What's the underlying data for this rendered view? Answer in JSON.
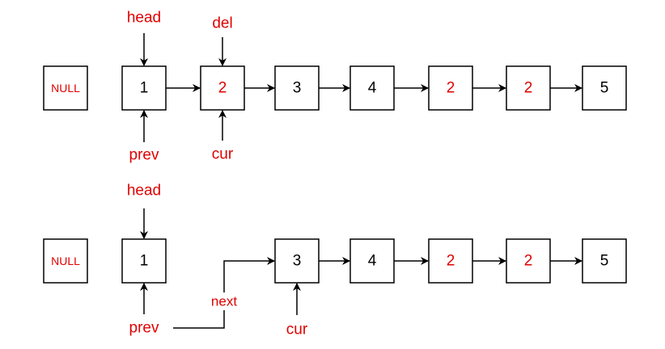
{
  "colors": {
    "highlight": "#e00000",
    "normal": "#000000",
    "border": "#000000"
  },
  "top_list": {
    "null_label": "NULL",
    "nodes": [
      {
        "value": "1",
        "highlight": false
      },
      {
        "value": "2",
        "highlight": true
      },
      {
        "value": "3",
        "highlight": false
      },
      {
        "value": "4",
        "highlight": false
      },
      {
        "value": "2",
        "highlight": true
      },
      {
        "value": "2",
        "highlight": true
      },
      {
        "value": "5",
        "highlight": false
      }
    ],
    "pointers": {
      "head": "head",
      "del": "del",
      "prev": "prev",
      "cur": "cur"
    }
  },
  "bottom_list": {
    "null_label": "NULL",
    "nodes": [
      {
        "value": "1",
        "highlight": false
      },
      {
        "value": "3",
        "highlight": false
      },
      {
        "value": "4",
        "highlight": false
      },
      {
        "value": "2",
        "highlight": true
      },
      {
        "value": "2",
        "highlight": true
      },
      {
        "value": "5",
        "highlight": false
      }
    ],
    "pointers": {
      "head": "head",
      "prev": "prev",
      "cur": "cur"
    },
    "edge_label": "next"
  }
}
